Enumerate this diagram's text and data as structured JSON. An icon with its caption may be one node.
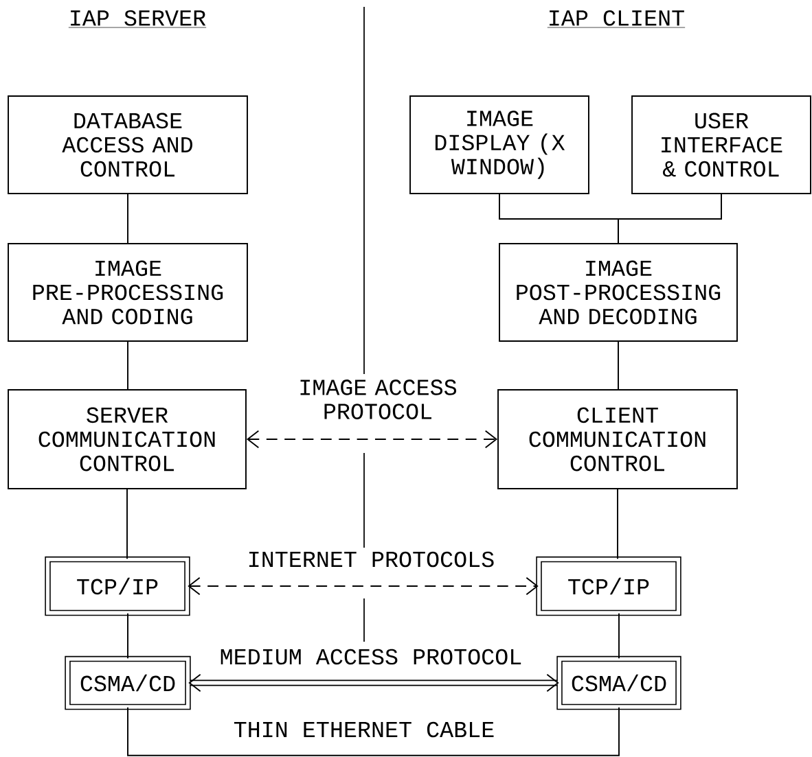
{
  "diagram": {
    "nodes": [
      {
        "text": [
          "DATABASE ACCESS AND CONTROL"
        ]
      },
      {
        "text": [
          "IMAGE DISPLAY (X WINDOW)"
        ]
      },
      {
        "text": [
          "USER INTERFACE & CONTROL"
        ]
      },
      {
        "text": [
          "IMAGE PRE-PROCESSING AND CODING"
        ]
      },
      {
        "text": [
          "IMAGE POST-PROCESSING AND DECODING"
        ]
      },
      {
        "text": [
          "SERVER COMMUNICATION CONTROL"
        ]
      },
      {
        "text": [
          "CLIENT COMMUNICATION CONTROL"
        ]
      },
      {
        "text": [
          "TCP/IP"
        ]
      },
      {
        "text": [
          "TCP/IP"
        ]
      },
      {
        "text": [
          "CSMA/CD"
        ]
      },
      {
        "text": [
          "CSMA/CD"
        ]
      }
    ],
    "edges": [
      {
        "from": 0,
        "to": 3,
        "arrow": "none"
      },
      {
        "from": 1,
        "to": 4,
        "arrow": "none"
      },
      {
        "from": 2,
        "to": 4,
        "arrow": "none"
      },
      {
        "from": 3,
        "to": 5,
        "arrow": "none"
      },
      {
        "from": 4,
        "to": 6,
        "arrow": "none"
      },
      {
        "from": 5,
        "to": 6,
        "arrow": "both",
        "style": "dashed",
        "label": "IMAGE ACCESS PROTOCOL"
      },
      {
        "from": 5,
        "to": 7,
        "arrow": "none"
      },
      {
        "from": 6,
        "to": 8,
        "arrow": "none"
      },
      {
        "from": 7,
        "to": 8,
        "arrow": "both",
        "style": "dashed",
        "label": "INTERNET PROTOCOLS"
      },
      {
        "from": 7,
        "to": 9,
        "arrow": "none"
      },
      {
        "from": 8,
        "to": 10,
        "arrow": "none"
      },
      {
        "from": 9,
        "to": 10,
        "arrow": "both",
        "style": "thick",
        "label": "MEDIUM ACCESS PROTOCOL"
      },
      {
        "from": 9,
        "to": 10,
        "arrow": "none",
        "label": "THIN ETHERNET CABLE"
      }
    ],
    "labels": [
      "IAP SERVER",
      "IAP CLIENT"
    ]
  }
}
